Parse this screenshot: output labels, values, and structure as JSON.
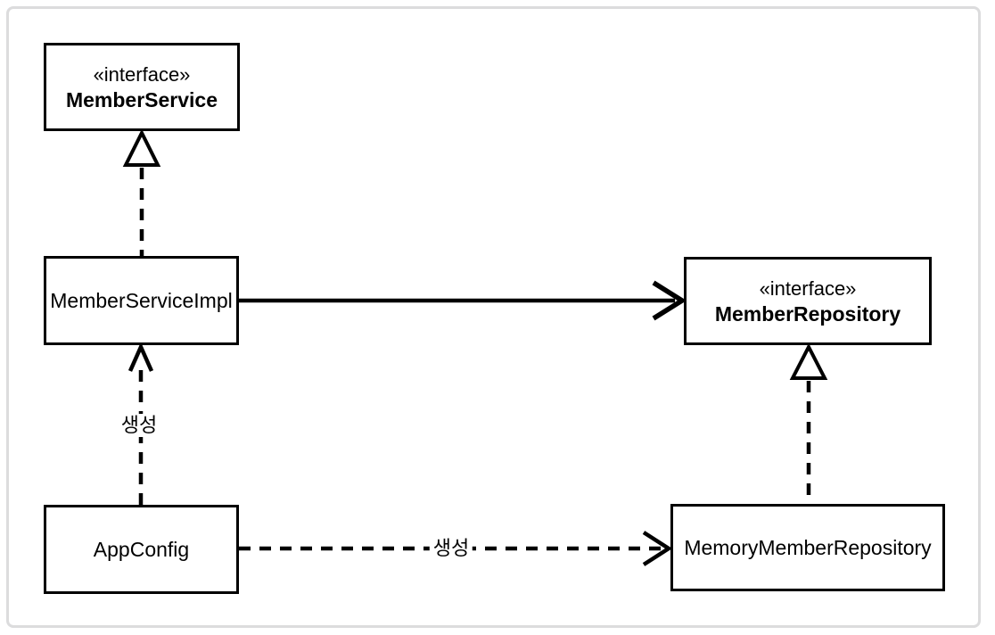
{
  "diagram": {
    "kind": "uml-class-diagram",
    "background": "#ffffff",
    "frame_border_color": "#dcdcdd",
    "line_color": "#000000",
    "box_fill": "#ffffff",
    "box_border_color": "#000000",
    "nodes": [
      {
        "id": "MemberService",
        "stereotype": "«interface»",
        "name": "MemberService",
        "kind": "interface"
      },
      {
        "id": "MemberServiceImpl",
        "stereotype": "",
        "name": "MemberServiceImpl",
        "kind": "class"
      },
      {
        "id": "MemberRepository",
        "stereotype": "«interface»",
        "name": "MemberRepository",
        "kind": "interface"
      },
      {
        "id": "AppConfig",
        "stereotype": "",
        "name": "AppConfig",
        "kind": "class"
      },
      {
        "id": "MemoryMemberRepository",
        "stereotype": "",
        "name": "MemoryMemberRepository",
        "kind": "class"
      }
    ],
    "edges": [
      {
        "from": "MemberServiceImpl",
        "to": "MemberService",
        "type": "realization",
        "style": "dashed",
        "arrowhead": "hollow-triangle",
        "label": ""
      },
      {
        "from": "MemberServiceImpl",
        "to": "MemberRepository",
        "type": "association",
        "style": "solid",
        "arrowhead": "open",
        "label": ""
      },
      {
        "from": "AppConfig",
        "to": "MemberServiceImpl",
        "type": "dependency",
        "style": "dashed",
        "arrowhead": "open",
        "label": "생성"
      },
      {
        "from": "AppConfig",
        "to": "MemoryMemberRepository",
        "type": "dependency",
        "style": "dashed",
        "arrowhead": "open",
        "label": "생성"
      },
      {
        "from": "MemoryMemberRepository",
        "to": "MemberRepository",
        "type": "realization",
        "style": "dashed",
        "arrowhead": "hollow-triangle",
        "label": ""
      }
    ]
  }
}
